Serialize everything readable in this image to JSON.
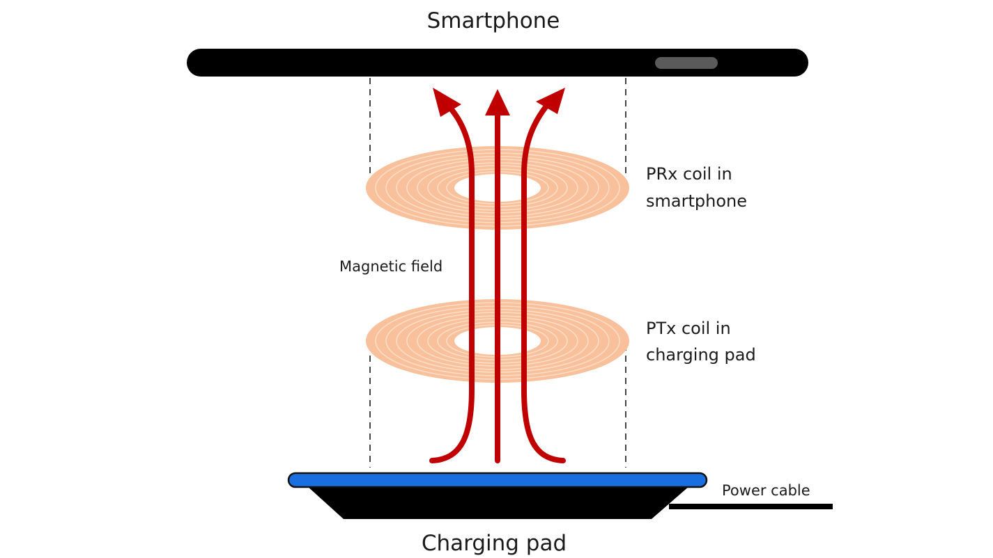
{
  "labels": {
    "smartphone": "Smartphone",
    "prx_coil_line1": "PRx coil in",
    "prx_coil_line2": "smartphone",
    "magnetic_field": "Magnetic field",
    "ptx_coil_line1": "PTx coil in",
    "ptx_coil_line2": "charging pad",
    "power_cable": "Power cable",
    "charging_pad": "Charging pad"
  },
  "colors": {
    "device_body": "#000000",
    "phone_button": "#555555",
    "pad_surface": "#1a6fe0",
    "coil": "#f7b98e",
    "field_lines": "#c00000",
    "guide_lines": "#444444"
  }
}
